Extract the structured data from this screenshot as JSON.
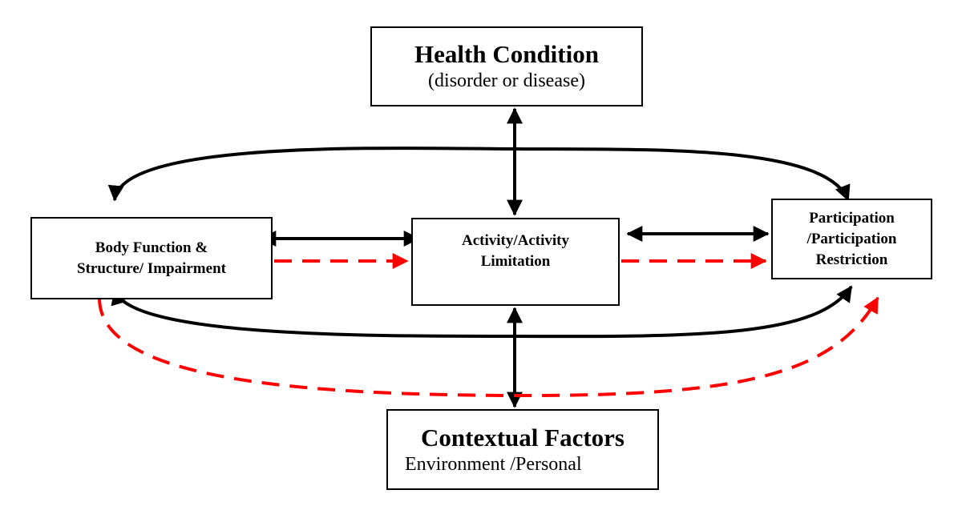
{
  "nodes": {
    "health_condition": {
      "title": "Health Condition",
      "subtitle": "(disorder or disease)"
    },
    "body_function": {
      "line1": "Body Function &",
      "line2": "Structure/ Impairment"
    },
    "activity": {
      "line1": "Activity/Activity",
      "line2": "Limitation"
    },
    "participation": {
      "line1": "Participation",
      "line2": "/Participation",
      "line3": "Restriction"
    },
    "contextual_factors": {
      "title": "Contextual Factors",
      "subtitle": "Environment /Personal"
    }
  },
  "edges": [
    {
      "from": "health_condition",
      "to": "activity",
      "style": "solid",
      "direction": "both"
    },
    {
      "from": "activity",
      "to": "contextual_factors",
      "style": "solid",
      "direction": "both"
    },
    {
      "from": "body_function",
      "to": "activity",
      "style": "solid",
      "direction": "both"
    },
    {
      "from": "activity",
      "to": "participation",
      "style": "solid",
      "direction": "both"
    },
    {
      "from": "body_function",
      "to": "participation",
      "style": "solid",
      "direction": "both",
      "route": "over-top"
    },
    {
      "from": "body_function",
      "to": "participation",
      "style": "solid",
      "direction": "both",
      "route": "under-bottom"
    },
    {
      "from": "body_function",
      "to": "activity",
      "style": "dashed",
      "direction": "forward"
    },
    {
      "from": "activity",
      "to": "participation",
      "style": "dashed",
      "direction": "forward"
    },
    {
      "from": "body_function",
      "to": "participation",
      "style": "dashed",
      "direction": "forward",
      "route": "low-curve"
    }
  ],
  "colors": {
    "solid_arrow": "#000000",
    "dashed_arrow": "#ff0000",
    "box_border": "#000000"
  }
}
